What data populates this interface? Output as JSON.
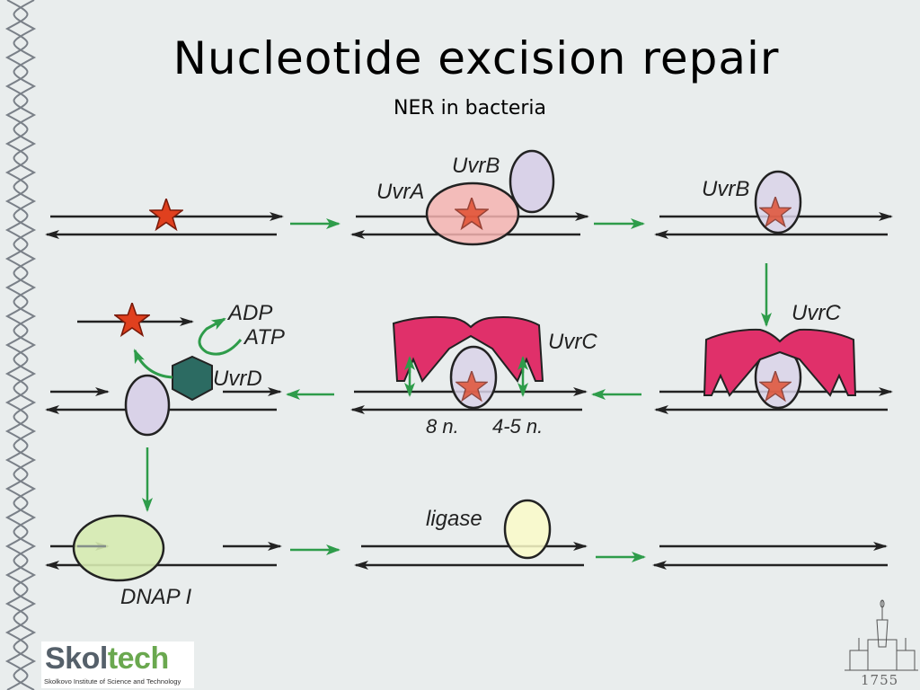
{
  "title": "Nucleotide excision repair",
  "subtitle": "NER in bacteria",
  "labels": {
    "uvrb_1": "UvrB",
    "uvra": "UvrA",
    "uvrb_2": "UvrB",
    "uvrc_1": "UvrC",
    "uvrc_2": "UvrC",
    "adp": "ADP",
    "atp": "ATP",
    "uvrd": "UvrD",
    "cut_5": "8 n.",
    "cut_3": "4-5 n.",
    "ligase": "ligase",
    "dnap": "DNAP I"
  },
  "logo": {
    "name_part1": "Skol",
    "name_part2": "tech",
    "tagline": "Skolkovo Institute of Science and Technology"
  },
  "year_mark": "1755",
  "colors": {
    "background": "#e9eded",
    "dna": "#222222",
    "flow_arrow": "#2e9c4a",
    "lesion": "#e0401e",
    "uvra": "#f4b3b0",
    "uvrb": "#d9d2e8",
    "uvrc": "#e0306a",
    "uvrd": "#2c6b62",
    "dnap": "#d6eab0",
    "ligase": "#fafac8",
    "logo_grey": "#55606a",
    "logo_green": "#6aa84f"
  }
}
